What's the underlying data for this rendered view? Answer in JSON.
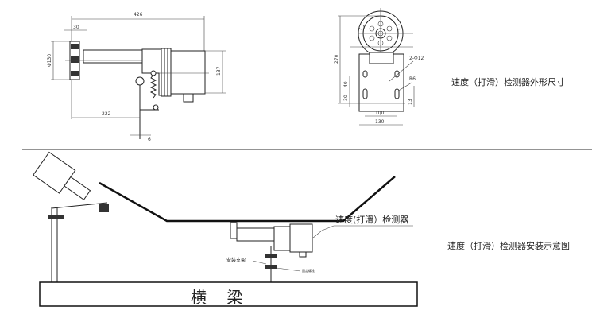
{
  "outline_drawing": {
    "caption": "速度（打滑）检测器外形尺寸",
    "side_view_dims": {
      "overall_length": "426",
      "pulley_width": "30",
      "pulley_diameter": "Φ130",
      "body_height": "137",
      "mount_offset": "222",
      "bracket_thickness": "6"
    },
    "front_view_dims": {
      "height": "270",
      "holes": "2-Φ12",
      "hole_spacing_v": "40",
      "hole_offset": "30",
      "hole_spacing_h": "100",
      "base_width": "130",
      "slot_radius": "R6",
      "slot_width": "13"
    }
  },
  "installation_drawing": {
    "caption": "速度（打滑）检测器安装示意图",
    "detector_label": "速度(打滑）检测器",
    "bracket_label": "安装支架",
    "bolt_label": "固定螺栓",
    "beam_label": "横    梁"
  }
}
